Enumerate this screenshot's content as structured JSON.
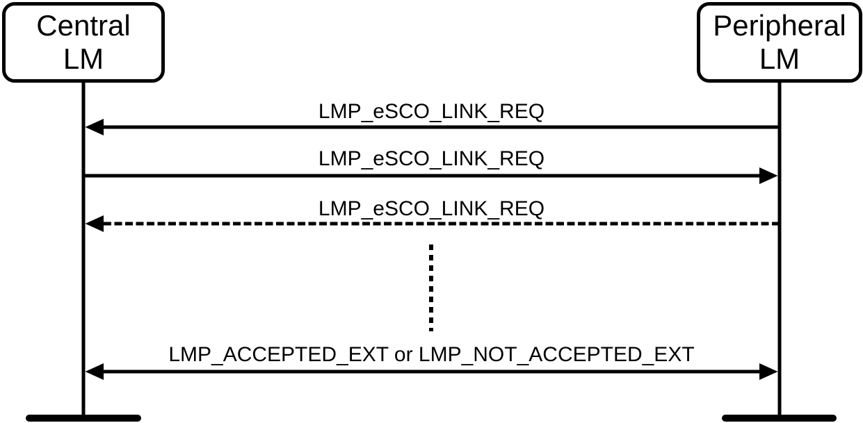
{
  "diagram": {
    "actors": [
      {
        "id": "central",
        "line1": "Central",
        "line2": "LM"
      },
      {
        "id": "peripheral",
        "line1": "Peripheral",
        "line2": "LM"
      }
    ],
    "messages": [
      {
        "label": "LMP_eSCO_LINK_REQ",
        "from": "peripheral",
        "to": "central",
        "style": "solid"
      },
      {
        "label": "LMP_eSCO_LINK_REQ",
        "from": "central",
        "to": "peripheral",
        "style": "solid"
      },
      {
        "label": "LMP_eSCO_LINK_REQ",
        "from": "peripheral",
        "to": "central",
        "style": "dashed"
      },
      {
        "label": "LMP_ACCEPTED_EXT or LMP_NOT_ACCEPTED_EXT",
        "from": "central",
        "to": "peripheral",
        "style": "solid-bidirectional"
      }
    ],
    "ellipsis": "vertical-dashed-continuation",
    "colors": {
      "line": "#000000",
      "background": "#ffffff"
    }
  }
}
